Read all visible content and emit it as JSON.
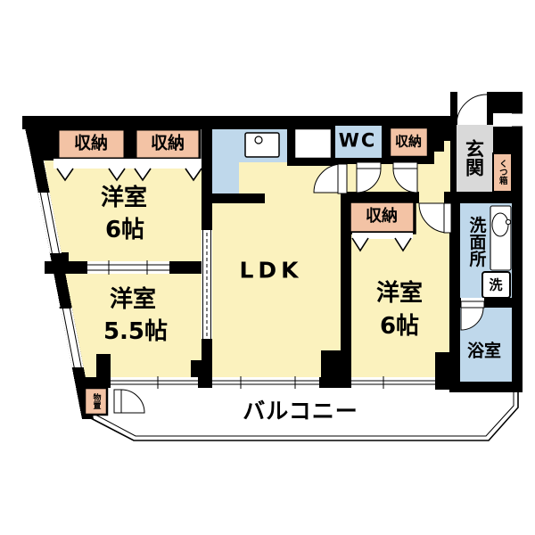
{
  "floor_plan": {
    "type": "japanese-apartment-floor-plan",
    "colors": {
      "room_fill": "#FBF2BE",
      "closet_fill": "#F3C3A5",
      "water_area_fill": "#BFD8EB",
      "entrance_fill": "#D9D9D9",
      "wall": "#000000",
      "background": "#FFFFFF"
    },
    "labels": {
      "closet": "収納",
      "wc": "WC",
      "entrance": "玄関",
      "shoe_cabinet": "くつ箱",
      "washroom": "洗面所",
      "washing_machine": "洗",
      "bathroom": "浴室",
      "balcony": "バルコニー",
      "storage_shed": "物置",
      "ldk": "LDK"
    },
    "rooms": {
      "western_room_top": {
        "name": "洋室",
        "size": "6帖"
      },
      "western_room_left": {
        "name": "洋室",
        "size": "5.5帖"
      },
      "western_room_right": {
        "name": "洋室",
        "size": "6帖"
      }
    }
  }
}
